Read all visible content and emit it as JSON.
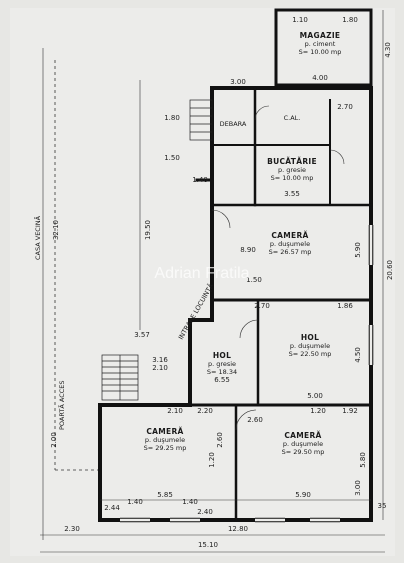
{
  "rooms": {
    "magazie": {
      "title": "MAGAZIE",
      "floor": "p. ciment",
      "area": "S= 10.00 mp"
    },
    "bucatarie": {
      "title": "BUCĂTĂRIE",
      "floor": "p. gresie",
      "area": "S= 10.00 mp"
    },
    "camera_top": {
      "title": "CAMERĂ",
      "floor": "p. duşumele",
      "area": "S= 26.57 mp"
    },
    "hol": {
      "title": "HOL",
      "floor": "p. duşumele",
      "area": "S= 22.50 mp"
    },
    "hol_mic": {
      "title": "HOL",
      "floor": "p. gresie",
      "area": "S= 18.34"
    },
    "camera_left": {
      "title": "CAMERĂ",
      "floor": "p. duşumele",
      "area": "S= 29.25 mp"
    },
    "camera_right": {
      "title": "CAMERĂ",
      "floor": "p. duşumele",
      "area": "S= 29.50 mp"
    }
  },
  "labels": {
    "casa_vecina": "CASA VECINĂ",
    "poarta_acces": "POARTĂ ACCES",
    "intrare_locuinta": "INTRARE LOCUINŢĂ",
    "debara": "DEBARA",
    "cam": "C.AL."
  },
  "dimensions": {
    "total_width": "15.10",
    "bottom_inner": "12.80",
    "left_offset": "2.30",
    "left_height": "32.10",
    "inner_height": "19.50",
    "right_height": "20.60",
    "right_upper": "4.30",
    "right_mid": "5.90",
    "right_lower": "4.50",
    "right_bottom": "5.80",
    "mag_width": "4.00",
    "mag_top_a": "1.10",
    "mag_top_b": "1.80",
    "top_left_w": "3.00",
    "cam_top_w": "2.70",
    "buc_w": "3.55",
    "hall_w": "5.00",
    "cam_left_w": "5.85",
    "cam_right_w": "5.90",
    "d_357": "3.57",
    "d_180": "1.80",
    "d_150": "1.50",
    "d_140a": "1.40",
    "d_890": "8.90",
    "d_655": "6.55",
    "d_220": "2.20",
    "d_210": "2.10",
    "d_316": "3.16",
    "d_260": "2.60",
    "d_120": "1.20",
    "d_192": "1.92",
    "d_186": "1.86",
    "d_210b": "2.10",
    "d_244": "2.44",
    "d_140b": "1.40",
    "d_140c": "1.40",
    "d_240": "2.40",
    "d_35": "35",
    "d_300": "3.00",
    "d_260b": "2.60",
    "d_270": "2.70",
    "d_120b": "1.20",
    "d_150b": "1.50",
    "d_200": "2.00"
  },
  "watermark": "Adrian Fratila"
}
